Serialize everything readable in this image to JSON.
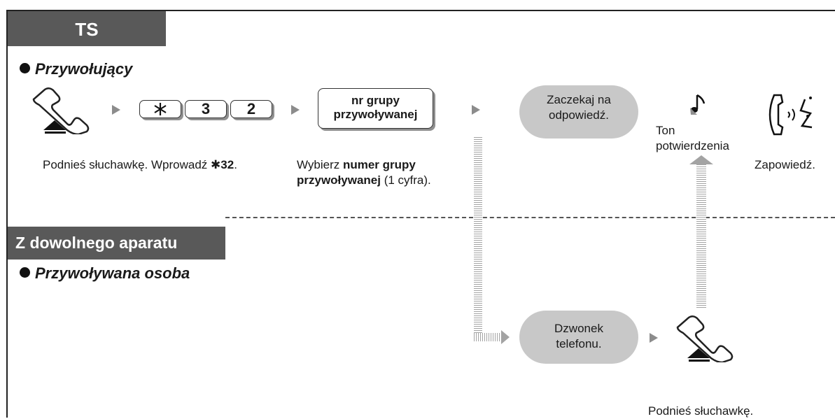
{
  "ts_tab": "TS",
  "any_phone_tab": "Z dowolnego aparatu",
  "caller": {
    "section_title": "Przywołujący",
    "lift_handset": "Podnieś słuchawkę.",
    "keys": [
      "3",
      "2"
    ],
    "enter_prefix": "Wprowadź ",
    "enter_code": "✱32",
    "enter_suffix": ".",
    "group_key": "nr grupy przywoływanej",
    "select_prefix": "Wybierz ",
    "select_bold": "numer grupy przywoływanej",
    "select_suffix": " (1 cyfra).",
    "wait_bubble": "Zaczekaj na odpowiedź.",
    "tone_label": "Ton potwierdzenia",
    "announce_label": "Zapowiedź."
  },
  "paged": {
    "section_title": "Przywoływana osoba",
    "ring_bubble": "Dzwonek telefonu.",
    "lift_handset": "Podnieś słuchawkę."
  },
  "colors": {
    "tab": "#595959",
    "bubble": "#c8c8c8",
    "arrow": "#8c8c8c",
    "hatch": "#a3a3a3"
  },
  "icons": [
    "handset-offhook-icon",
    "star-key-icon",
    "arrow-right-icon",
    "music-note-icon",
    "speaking-phone-icon",
    "hatched-arrow-icon"
  ]
}
